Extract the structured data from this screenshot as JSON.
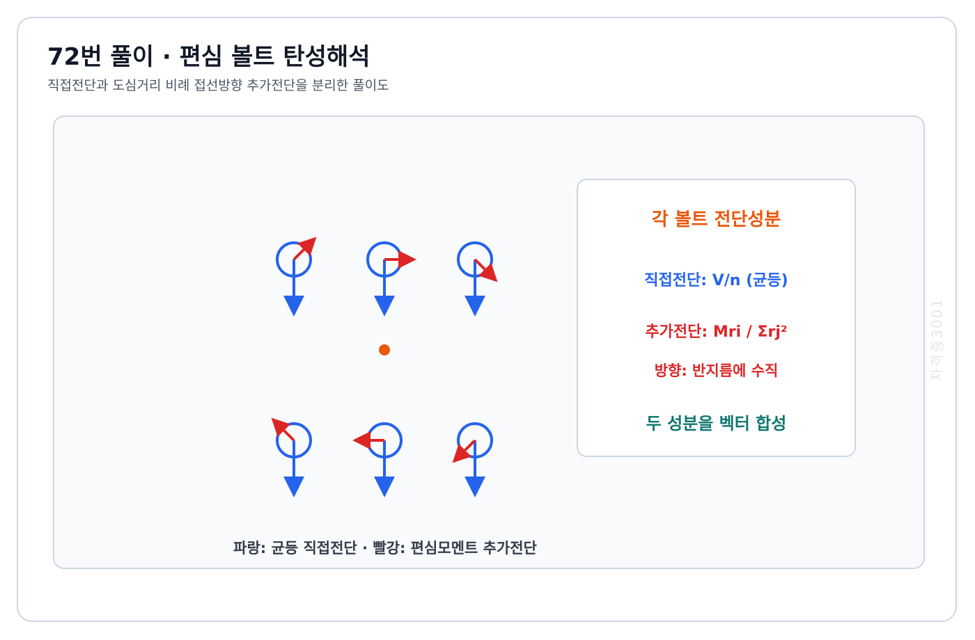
{
  "header": {
    "title": "72번 풀이 · 편심 볼트 탄성해석",
    "subtitle": "직접전단과 도심거리 비례 접선방향 추가전단을 분리한 풀이도"
  },
  "diagram": {
    "bolt_count": 6,
    "bolts": [
      {
        "row": "top",
        "col": 0,
        "extra_shear_direction_deg": 45
      },
      {
        "row": "top",
        "col": 1,
        "extra_shear_direction_deg": 0
      },
      {
        "row": "top",
        "col": 2,
        "extra_shear_direction_deg": -45
      },
      {
        "row": "bottom",
        "col": 0,
        "extra_shear_direction_deg": 135
      },
      {
        "row": "bottom",
        "col": 1,
        "extra_shear_direction_deg": 180
      },
      {
        "row": "bottom",
        "col": 2,
        "extra_shear_direction_deg": -135
      }
    ],
    "centroid_marker": "centroid-dot",
    "legend": "파랑: 균등 직접전단 · 빨강: 편심모멘트 추가전단"
  },
  "info_box": {
    "heading": "각 볼트 전단성분",
    "direct_shear": "직접전단: V/n (균등)",
    "additional_shear": "추가전단: Mri / Σrj²",
    "direction": "방향: 반지름에 수직",
    "combine": "두 성분을 벡터 합성"
  },
  "watermark": "자격증3001",
  "colors": {
    "direct_shear": "#2563eb",
    "additional_shear": "#dc2626",
    "centroid": "#ea580c",
    "heading": "#ea580c",
    "combine": "#0f766e",
    "border": "#cfd6e2",
    "panel_bg": "#f8fafc"
  }
}
